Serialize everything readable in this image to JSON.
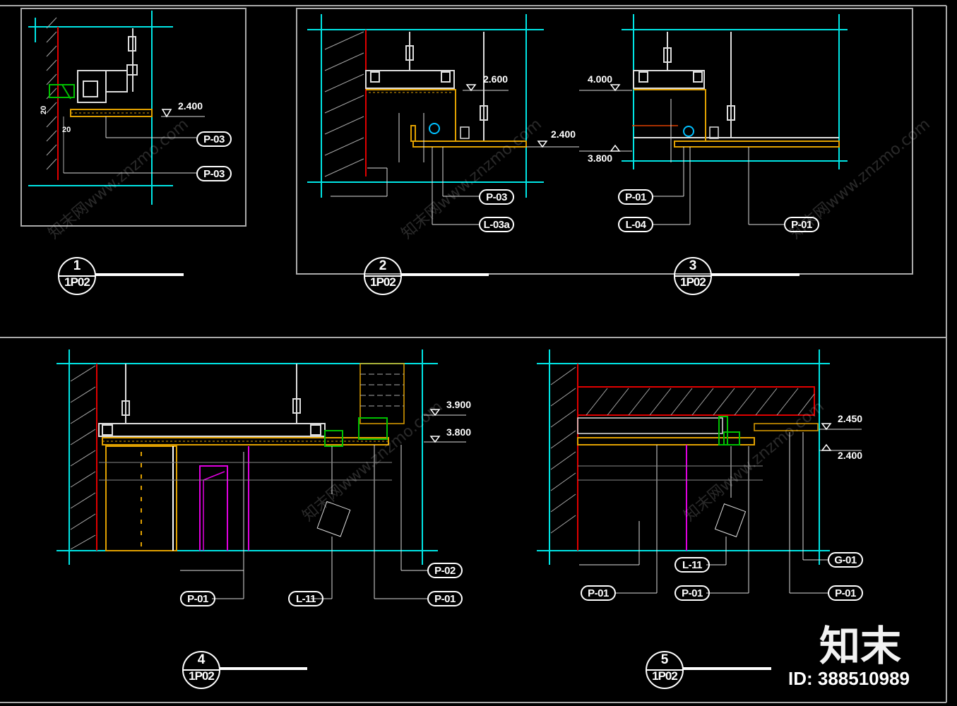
{
  "details": [
    {
      "num": "1",
      "ref": "1P02"
    },
    {
      "num": "2",
      "ref": "1P02"
    },
    {
      "num": "3",
      "ref": "1P02"
    },
    {
      "num": "4",
      "ref": "1P02"
    },
    {
      "num": "5",
      "ref": "1P02"
    }
  ],
  "elevations": {
    "d1_ceiling": "2.400",
    "d2_upper": "2.600",
    "d2_lower": "2.400",
    "d3_upper": "4.000",
    "d3_lower": "3.800",
    "d4_upper": "3.900",
    "d4_lower": "3.800",
    "d5_upper": "2.450",
    "d5_lower": "2.400"
  },
  "dims": {
    "d1_a": "20",
    "d1_b": "20"
  },
  "tags": {
    "d1_a": "P-03",
    "d1_b": "P-03",
    "d2_a": "P-03",
    "d2_b": "L-03a",
    "d3_a": "P-01",
    "d3_b": "L-04",
    "d3_c": "P-01",
    "d4_a": "P-02",
    "d4_b": "P-01",
    "d4_c": "L-11",
    "d4_d": "P-01",
    "d5_a": "G-01",
    "d5_b": "L-11",
    "d5_c": "P-01",
    "d5_d": "P-01",
    "d5_e": "P-01"
  },
  "brand": "知末",
  "doc_id": "ID: 388510989",
  "watermark": "知末网www.znzmo.com",
  "colors": {
    "cyan": "#00e5e5",
    "orange": "#e0a000",
    "red": "#e00000",
    "green": "#00c000",
    "magenta": "#e000e0",
    "white": "#ffffff",
    "grey": "#bbbbbb"
  }
}
